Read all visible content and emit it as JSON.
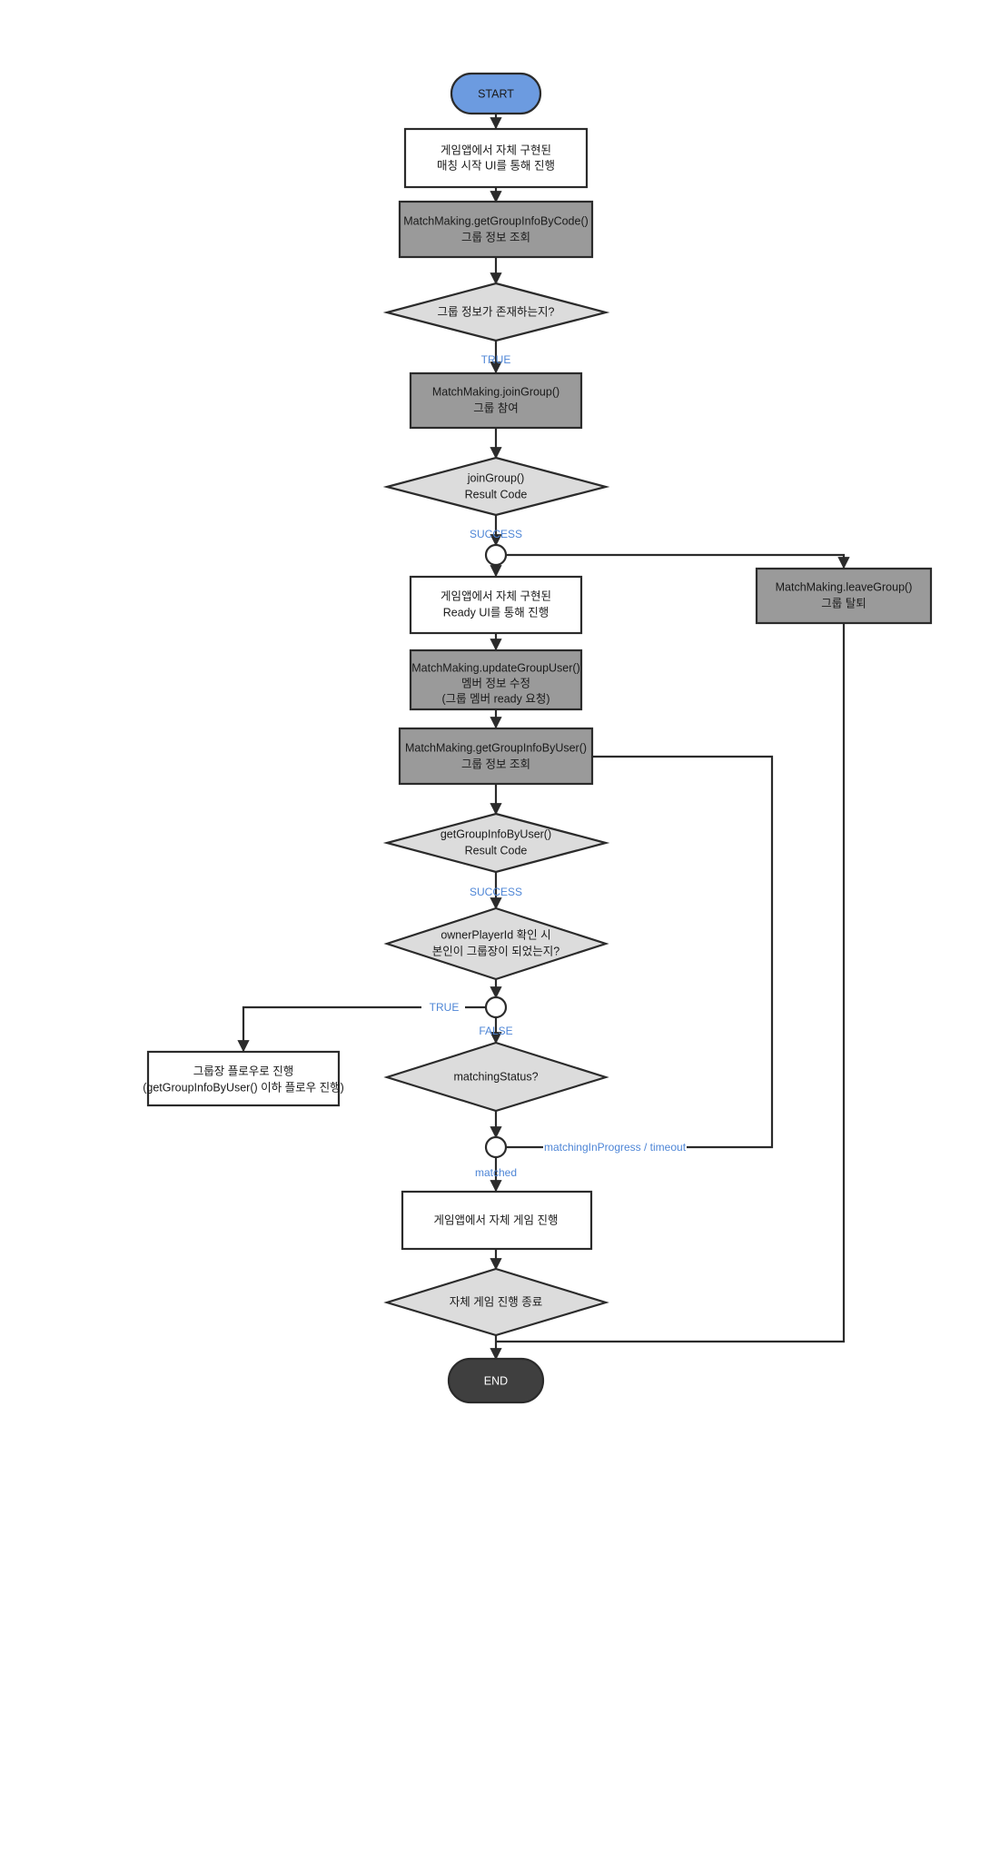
{
  "diagram": {
    "title": "MatchMaking group join flow",
    "colors": {
      "start_fill": "#6C9BE0",
      "end_fill": "#3F3F3F",
      "process_fill": "#FFFFFF",
      "api_fill": "#9A9A9A",
      "decision_fill": "#DCDCDC",
      "stroke": "#2B2B2B",
      "label": "#4D85D6"
    },
    "nodes": [
      {
        "id": "start",
        "type": "terminator",
        "label": "START"
      },
      {
        "id": "match_ui",
        "type": "process",
        "lines": [
          "게임앱에서 자체 구현된",
          "매칭 시작 UI를 통해 진행"
        ]
      },
      {
        "id": "get_by_code",
        "type": "api",
        "lines": [
          "MatchMaking.getGroupInfoByCode()",
          "그룹 정보 조회"
        ]
      },
      {
        "id": "group_exist",
        "type": "decision",
        "lines": [
          "그룹 정보가 존재하는지?"
        ]
      },
      {
        "id": "join_group",
        "type": "api",
        "lines": [
          "MatchMaking.joinGroup()",
          "그룹 참여"
        ]
      },
      {
        "id": "join_result",
        "type": "decision",
        "lines": [
          "joinGroup()",
          "Result Code"
        ]
      },
      {
        "id": "junction_1",
        "type": "junction",
        "lines": []
      },
      {
        "id": "leave_group",
        "type": "api",
        "lines": [
          "MatchMaking.leaveGroup()",
          "그룹 탈퇴"
        ]
      },
      {
        "id": "ready_ui",
        "type": "process",
        "lines": [
          "게임앱에서 자체 구현된",
          "Ready UI를 통해 진행"
        ]
      },
      {
        "id": "update_user",
        "type": "api",
        "lines": [
          "MatchMaking.updateGroupUser()",
          "멤버 정보 수정",
          "(그룹 멤버 ready 요청)"
        ]
      },
      {
        "id": "get_by_user",
        "type": "api",
        "lines": [
          "MatchMaking.getGroupInfoByUser()",
          "그룹 정보 조회"
        ]
      },
      {
        "id": "user_result",
        "type": "decision",
        "lines": [
          "getGroupInfoByUser()",
          "Result Code"
        ]
      },
      {
        "id": "owner_check",
        "type": "decision",
        "lines": [
          "ownerPlayerId 확인 시",
          "본인이 그룹장이 되었는지?"
        ]
      },
      {
        "id": "junction_2",
        "type": "junction",
        "lines": []
      },
      {
        "id": "owner_flow",
        "type": "process",
        "lines": [
          "그룹장 플로우로 진행",
          "(getGroupInfoByUser() 이하 플로우 진행)"
        ]
      },
      {
        "id": "matching_st",
        "type": "decision",
        "lines": [
          "matchingStatus?"
        ]
      },
      {
        "id": "junction_3",
        "type": "junction",
        "lines": []
      },
      {
        "id": "own_game",
        "type": "process",
        "lines": [
          "게임앱에서 자체 게임 진행"
        ]
      },
      {
        "id": "game_done",
        "type": "decision",
        "lines": [
          "자체 게임 진행 종료"
        ]
      },
      {
        "id": "end",
        "type": "terminator",
        "label": "END"
      }
    ],
    "edge_labels": {
      "group_exist_true": "TRUE",
      "join_success": "SUCCESS",
      "user_success": "SUCCESS",
      "owner_true": "TRUE",
      "owner_false": "FALSE",
      "matching_inprogress": "matchingInProgress / timeout",
      "matched": "matched"
    }
  }
}
